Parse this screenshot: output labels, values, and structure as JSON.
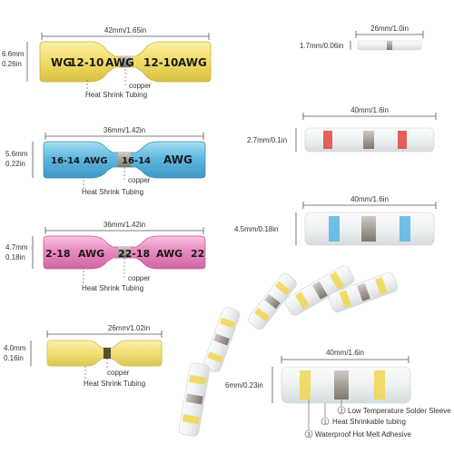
{
  "colors": {
    "yellow": "#f2de6a",
    "blue": "#5fb8e0",
    "pink": "#e98ac0",
    "light_yellow": "#f6e06a",
    "clear": "#eef1f2",
    "red_band": "#e0463e",
    "blue_band": "#58b4e0",
    "yellow_band": "#f1d650",
    "copper": "#a59f97"
  },
  "connectors": {
    "yellow": {
      "length": "42mm/1.65in",
      "dia_mm": "6.6mm",
      "dia_in": "0.26in",
      "print_1": "12-10",
      "print_2": "AWG",
      "print_3": "12-10",
      "print_4": "AWG",
      "print_5": "WG",
      "label_tubing": "Heat Shrink Tubing",
      "label_copper": "copper"
    },
    "blue": {
      "length": "36mm/1.42in",
      "dia_mm": "5.6mm",
      "dia_in": "0.22in",
      "print_1": "16-14",
      "print_2": "AWG",
      "print_3": "16-14",
      "print_4": "AWG",
      "label_tubing": "Heat Shrink Tubing",
      "label_copper": "copper"
    },
    "pink": {
      "length": "36mm/1.42in",
      "dia_mm": "4.7mm",
      "dia_in": "0.18in",
      "print_1": "2-18",
      "print_2": "AWG",
      "print_3": "22-18",
      "print_4": "AWG",
      "print_5": "22",
      "label_tubing": "Heat Shrink Tubing",
      "label_copper": "copper"
    },
    "small_yellow": {
      "length": "26mm/1.02in",
      "dia_mm": "4.0mm",
      "dia_in": "0.16in",
      "label_copper": "copper",
      "label_tubing": "Heat Shrink Tubing"
    }
  },
  "sleeves": {
    "white": {
      "length": "26mm/1.0in",
      "dia": "1.7mm/0.06in"
    },
    "red": {
      "length": "40mm/1.6in",
      "dia": "2.7mm/0.1in"
    },
    "blue": {
      "length": "40mm/1.6in",
      "dia": "4.5mm/0.18in"
    },
    "yellow": {
      "length": "40mm/1.6in",
      "dia": "6mm/0.23in"
    }
  },
  "legend": {
    "n1": "1",
    "n2": "2",
    "n3": "3",
    "item_2": "Low Temperature Solder Sleeve",
    "item_1": "Heat Shrinkable tubing",
    "item_3": "Waterproof Hot Melt Adhesive"
  }
}
